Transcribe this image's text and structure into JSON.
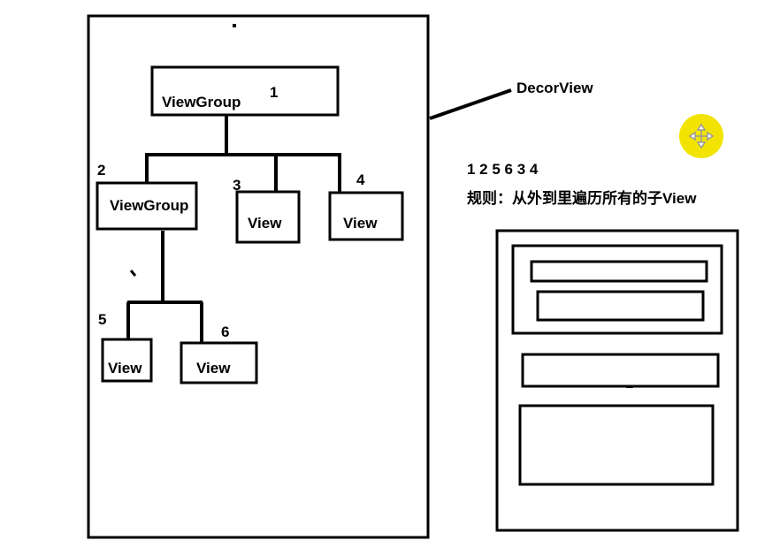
{
  "decor_label": "DecorView",
  "order_text": "1 2 5 6 3 4",
  "rule_text": "规则：从外到里遍历所有的子View",
  "nodes": {
    "root": {
      "label": "ViewGroup",
      "num": "1"
    },
    "n2": {
      "label": "ViewGroup",
      "num": "2"
    },
    "n3": {
      "label": "View",
      "num": "3"
    },
    "n4": {
      "label": "View",
      "num": "4"
    },
    "n5": {
      "label": "View",
      "num": "5"
    },
    "n6": {
      "label": "View",
      "num": "6"
    }
  },
  "colors": {
    "cursor": "#f2e400",
    "stroke": "#000000",
    "background": "#ffffff"
  },
  "icons": {
    "cursor": "move-cursor-icon"
  }
}
